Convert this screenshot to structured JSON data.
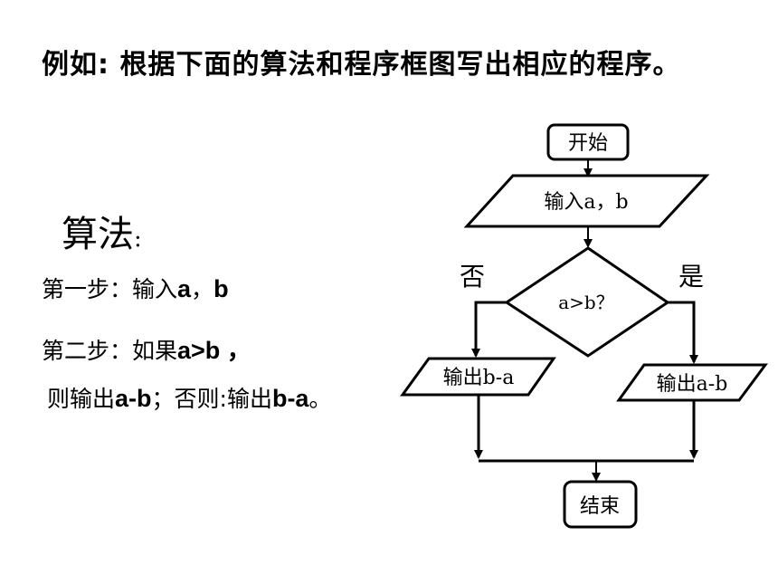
{
  "title": "例如: 根据下面的算法和程序框图写出相应的程序。",
  "algorithm": {
    "heading": "算法",
    "heading_colon": ":",
    "step1": {
      "prefix": "第一步：输入",
      "vars": "a",
      "sep": "，",
      "vars2": "b"
    },
    "step2_line1": {
      "prefix": "第二步：如果",
      "cond": "a>b",
      "tail": " ，"
    },
    "step2_line2": {
      "prefix": "则输出",
      "out1": "a-b",
      "mid": "；否则:输出",
      "out2": "b-a",
      "end": "。"
    }
  },
  "flowchart": {
    "start": "开始",
    "input": "输入a，b",
    "decision": "a>b？",
    "no_label": "否",
    "yes_label": "是",
    "output_no": "输出b-a",
    "output_yes": "输出a-b",
    "end": "结束"
  }
}
